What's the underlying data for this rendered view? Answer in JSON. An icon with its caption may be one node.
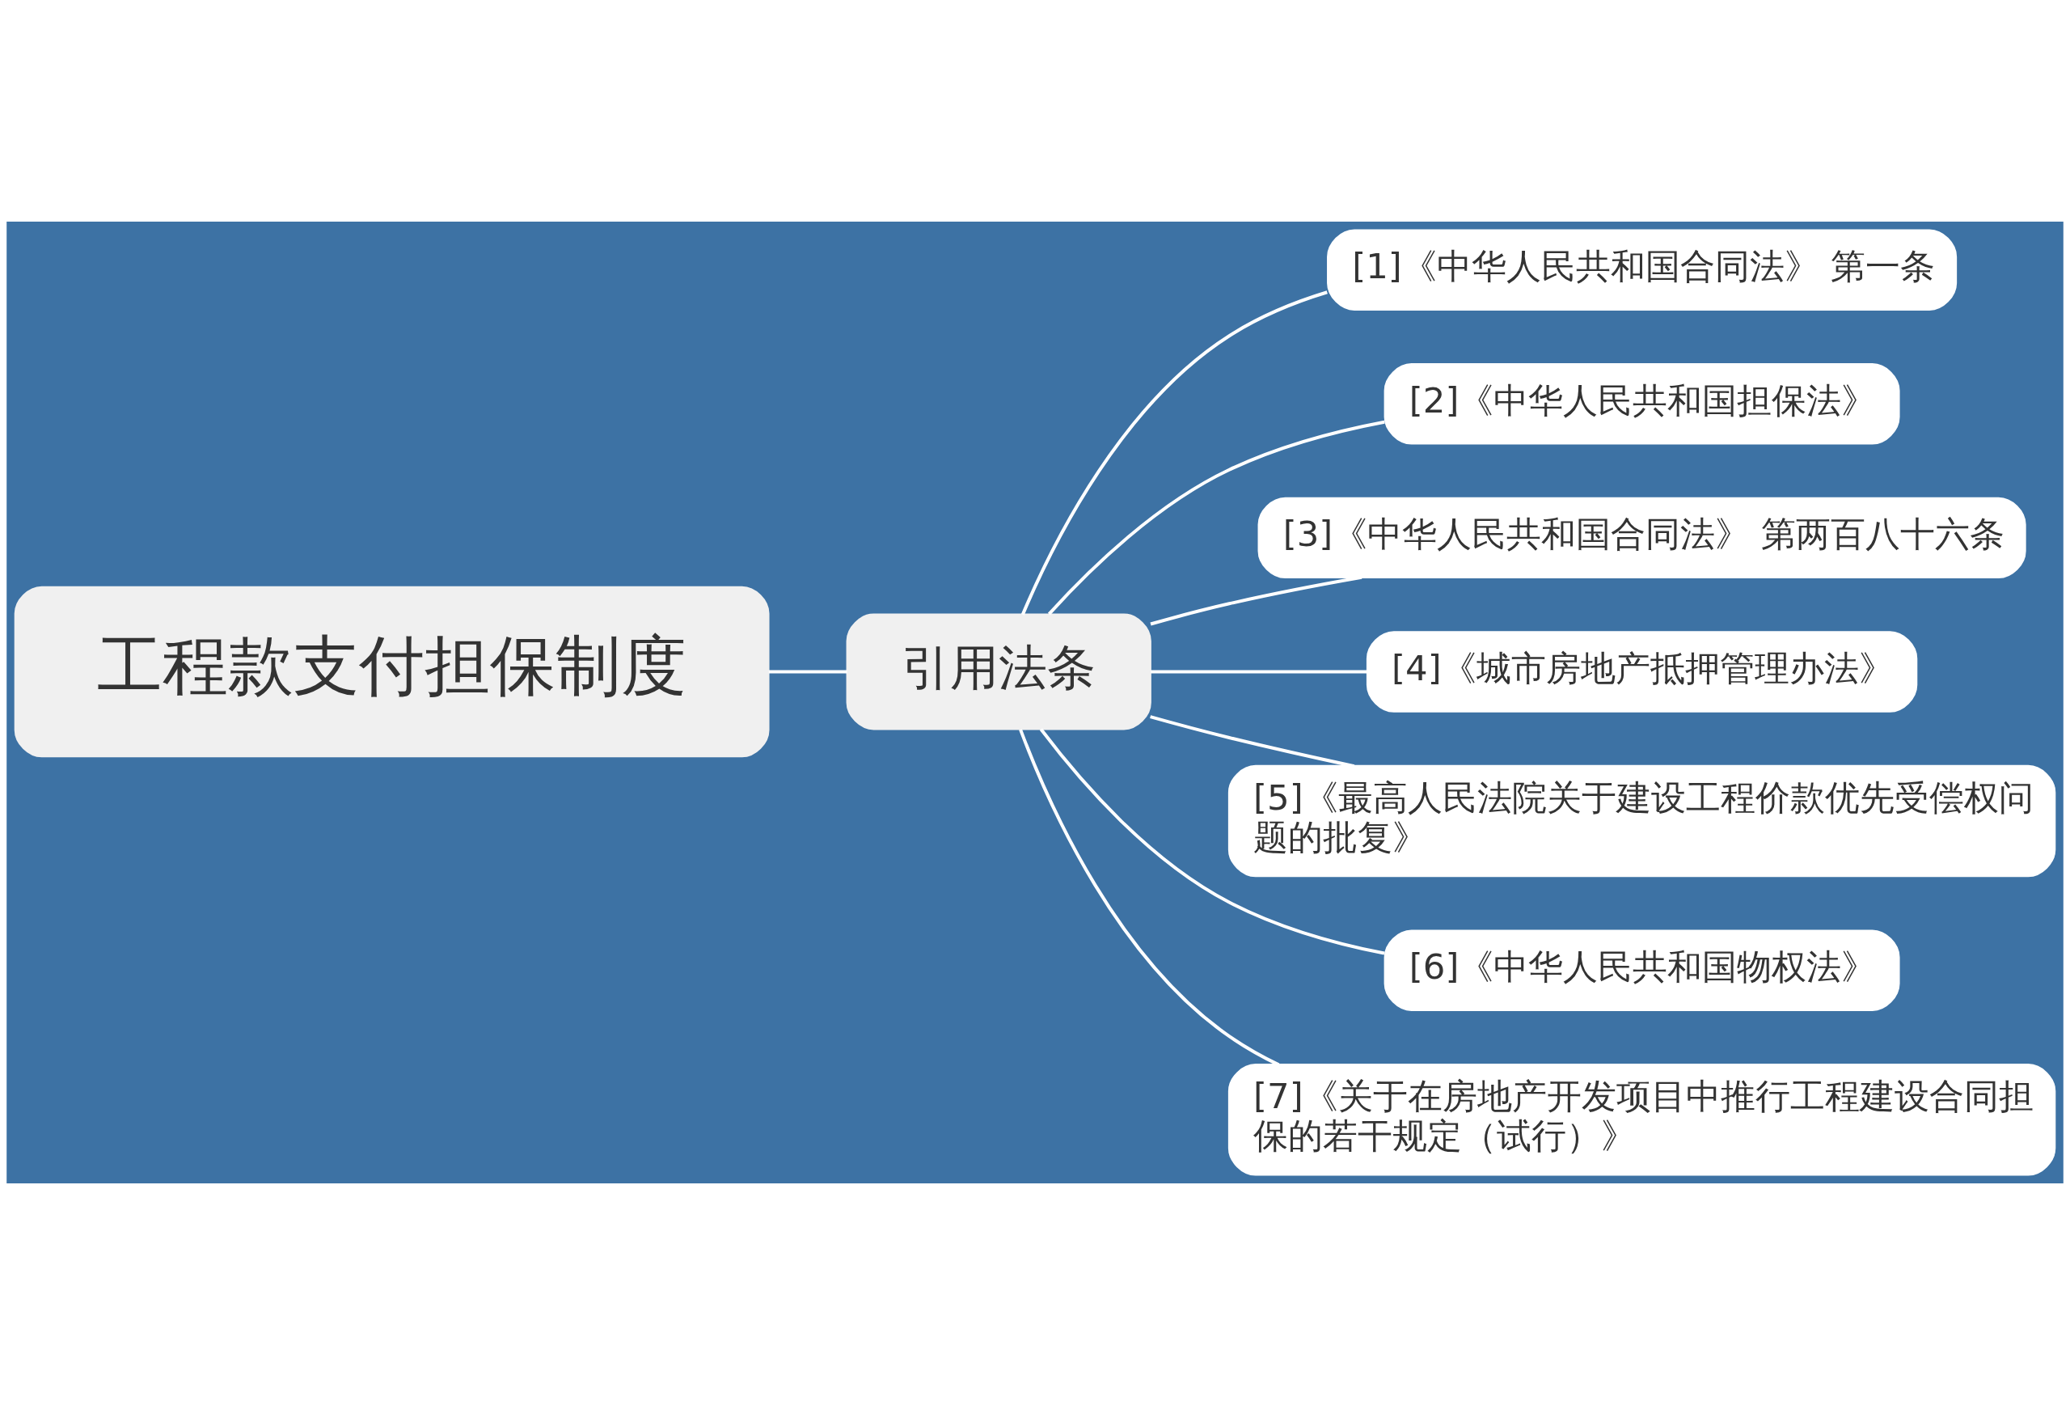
{
  "diagram": {
    "nodes": [
      {
        "text": [
          "工程款支付担保制度"
        ]
      },
      {
        "text": [
          "引用法条"
        ]
      },
      {
        "text": [
          "[1]《中华人民共和国合同法》 第一条"
        ]
      },
      {
        "text": [
          "[2]《中华人民共和国担保法》"
        ]
      },
      {
        "text": [
          "[3]《中华人民共和国合同法》 第两百八十六条"
        ]
      },
      {
        "text": [
          "[4]《城市房地产抵押管理办法》"
        ]
      },
      {
        "text": [
          "[5]《最高人民法院关于建设工程价款优先受偿权问题的批复》"
        ]
      },
      {
        "text": [
          "[6]《中华人民共和国物权法》"
        ]
      },
      {
        "text": [
          "[7]《关于在房地产开发项目中推行工程建设合同担保的若干规定（试行）》"
        ]
      }
    ],
    "edges": [
      {
        "from": 0,
        "to": 1,
        "arrow": "none"
      },
      {
        "from": 1,
        "to": 2,
        "arrow": "none"
      },
      {
        "from": 1,
        "to": 3,
        "arrow": "none"
      },
      {
        "from": 1,
        "to": 4,
        "arrow": "none"
      },
      {
        "from": 1,
        "to": 5,
        "arrow": "none"
      },
      {
        "from": 1,
        "to": 6,
        "arrow": "none"
      },
      {
        "from": 1,
        "to": 7,
        "arrow": "none"
      },
      {
        "from": 1,
        "to": 8,
        "arrow": "none"
      }
    ]
  }
}
